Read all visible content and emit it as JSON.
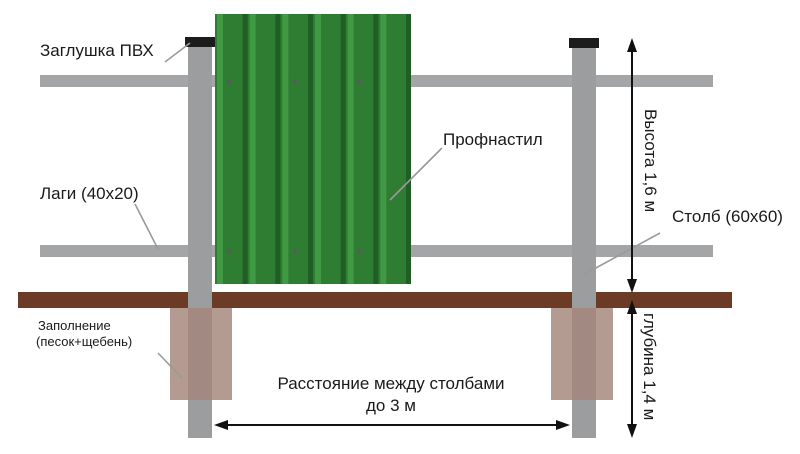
{
  "labels": {
    "cap": "Заглушка ПВХ",
    "sheet": "Профнастил",
    "rails": "Лаги (40х20)",
    "height": "Высота 1,6 м",
    "post": "Столб (60х60)",
    "fill_line1": "Заполнение",
    "fill_line2": "(песок+щебень)",
    "depth": "глубина 1,4 м",
    "distance_line1": "Расстояние между столбами",
    "distance_line2": "до 3 м"
  },
  "colors": {
    "post": "#9b9d9f",
    "rail": "#a3a5a7",
    "sheet": "#2e7d32",
    "sheet_dark": "#1f5e24",
    "sheet_light": "#3f9a43",
    "ground": "#6b3b26",
    "footing": "#a4857a",
    "cap": "#1c1c1c",
    "leader": "#9a9a9a",
    "arrow": "#111111"
  }
}
